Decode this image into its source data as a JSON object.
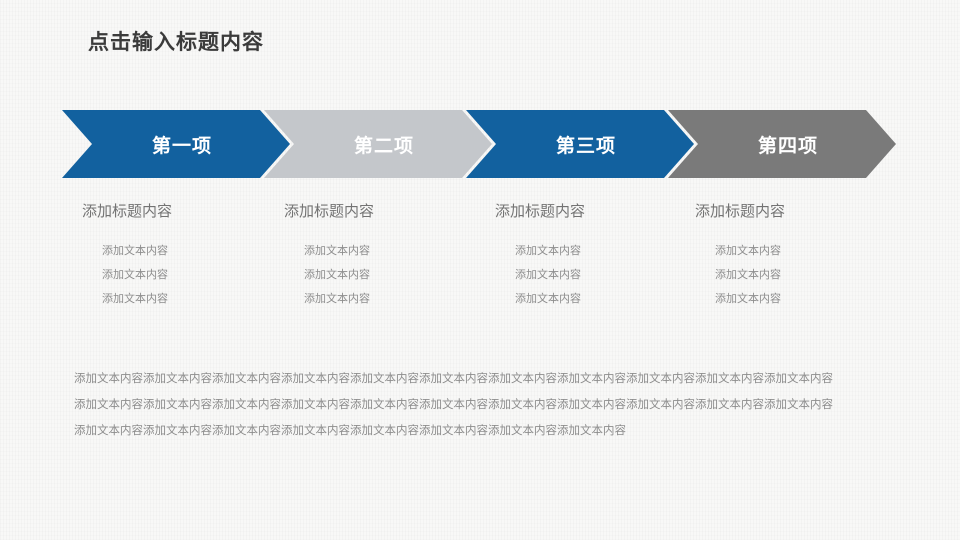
{
  "slide": {
    "title": "点击输入标题内容",
    "background_color": "#f8f8f7",
    "title_color": "#3b3b3b"
  },
  "chevrons": [
    {
      "label": "第一项",
      "color": "#12619f",
      "text_color": "#ffffff"
    },
    {
      "label": "第二项",
      "color": "#c4c7cb",
      "text_color": "#ffffff"
    },
    {
      "label": "第三项",
      "color": "#12619f",
      "text_color": "#ffffff"
    },
    {
      "label": "第四项",
      "color": "#7a7a7a",
      "text_color": "#ffffff"
    }
  ],
  "columns": [
    {
      "heading": "添加标题内容",
      "items": [
        "添加文本内容",
        "添加文本内容",
        "添加文本内容"
      ]
    },
    {
      "heading": "添加标题内容",
      "items": [
        "添加文本内容",
        "添加文本内容",
        "添加文本内容"
      ]
    },
    {
      "heading": "添加标题内容",
      "items": [
        "添加文本内容",
        "添加文本内容",
        "添加文本内容"
      ]
    },
    {
      "heading": "添加标题内容",
      "items": [
        "添加文本内容",
        "添加文本内容",
        "添加文本内容"
      ]
    }
  ],
  "bottom": {
    "paragraph": "添加文本内容添加文本内容添加文本内容添加文本内容添加文本内容添加文本内容添加文本内容添加文本内容添加文本内容添加文本内容添加文本内容添加文本内容添加文本内容添加文本内容添加文本内容添加文本内容添加文本内容添加文本内容添加文本内容添加文本内容添加文本内容添加文本内容添加文本内容添加文本内容添加文本内容添加文本内容添加文本内容添加文本内容添加文本内容添加文本内容"
  }
}
